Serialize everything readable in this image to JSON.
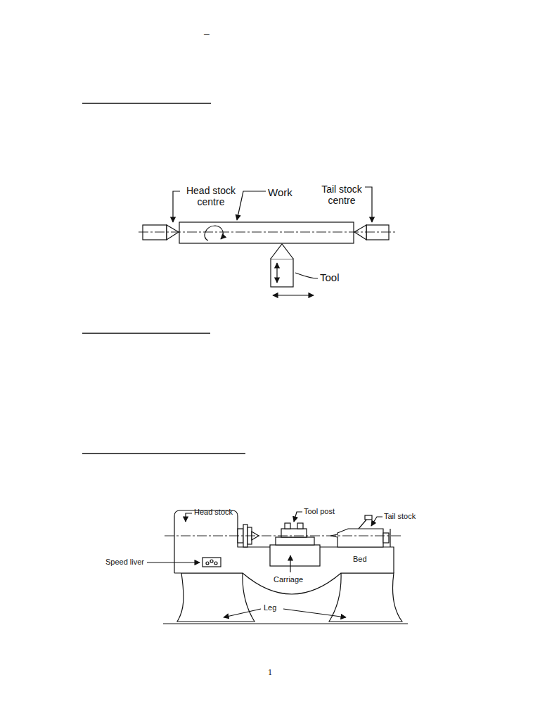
{
  "diagram": {
    "labels": [
      "–",
      "Head stock centre",
      "Work",
      "Tail stock centre",
      "Tool",
      "Head stock",
      "Tool post",
      "Tail stock",
      "Speed liver",
      "Bed",
      "Carriage",
      "Leg",
      "1"
    ]
  }
}
